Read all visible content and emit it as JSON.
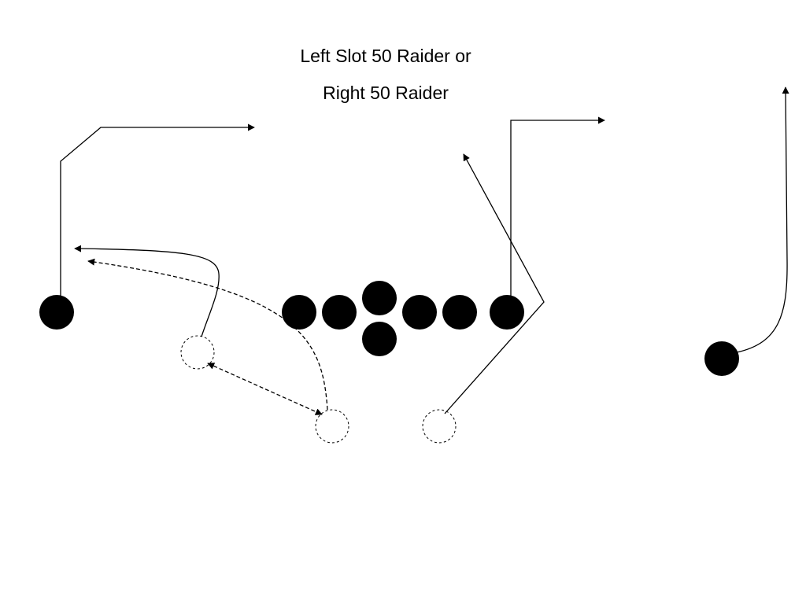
{
  "title": {
    "line1": "Left Slot 50 Raider or",
    "line2": "Right 50 Raider"
  },
  "colors": {
    "player_fill": "#000000",
    "route_stroke": "#000000",
    "motion_stroke": "#000000"
  },
  "players": {
    "solid": [
      "left-wide-receiver",
      "left-guard",
      "left-tackle",
      "center",
      "quarterback",
      "right-guard",
      "right-tackle",
      "tight-end",
      "right-wide-receiver"
    ],
    "pre_snap_positions": [
      "left-slot-position",
      "left-back-position",
      "right-back-position"
    ]
  },
  "routes": [
    "left-wr-corner",
    "slot-out",
    "te-out",
    "back-post",
    "right-wr-go"
  ],
  "motion_paths": [
    "back-to-flat",
    "back-to-slot"
  ]
}
